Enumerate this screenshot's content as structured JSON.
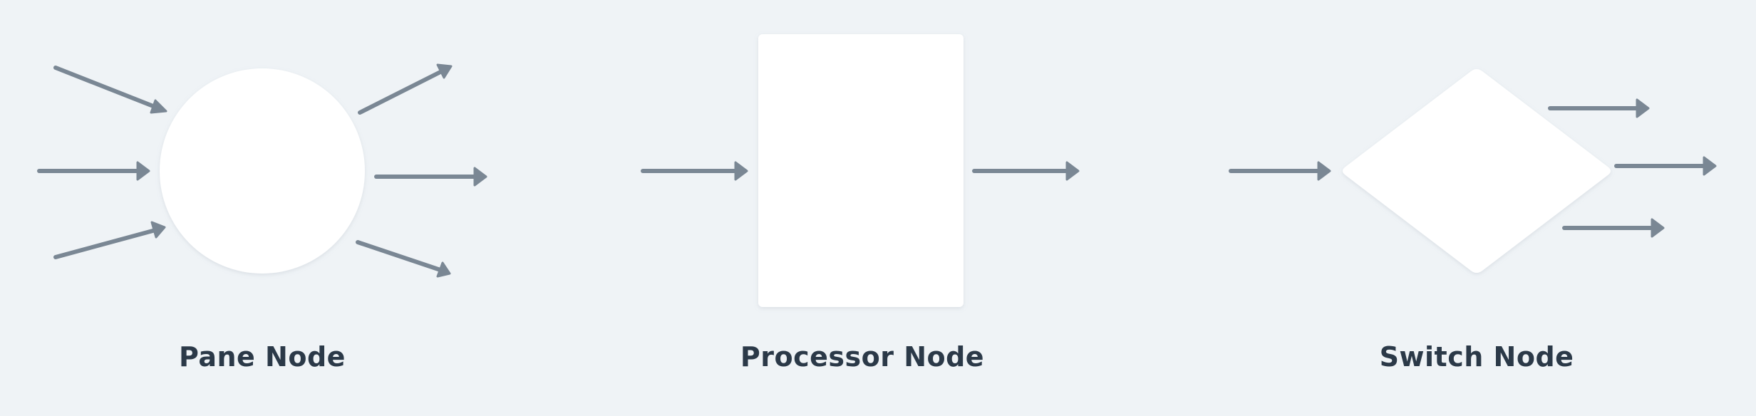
{
  "colors": {
    "background": "#eff3f6",
    "node_fill": "#ffffff",
    "arrow": "#7a8794",
    "label_text": "#2b3948"
  },
  "nodes": [
    {
      "id": "pane",
      "shape": "circle",
      "label": "Pane Node",
      "incoming_arrows": 3,
      "outgoing_arrows": 3
    },
    {
      "id": "processor",
      "shape": "rectangle",
      "label": "Processor Node",
      "incoming_arrows": 1,
      "outgoing_arrows": 1
    },
    {
      "id": "switch",
      "shape": "diamond",
      "label": "Switch Node",
      "incoming_arrows": 1,
      "outgoing_arrows": 3
    }
  ]
}
